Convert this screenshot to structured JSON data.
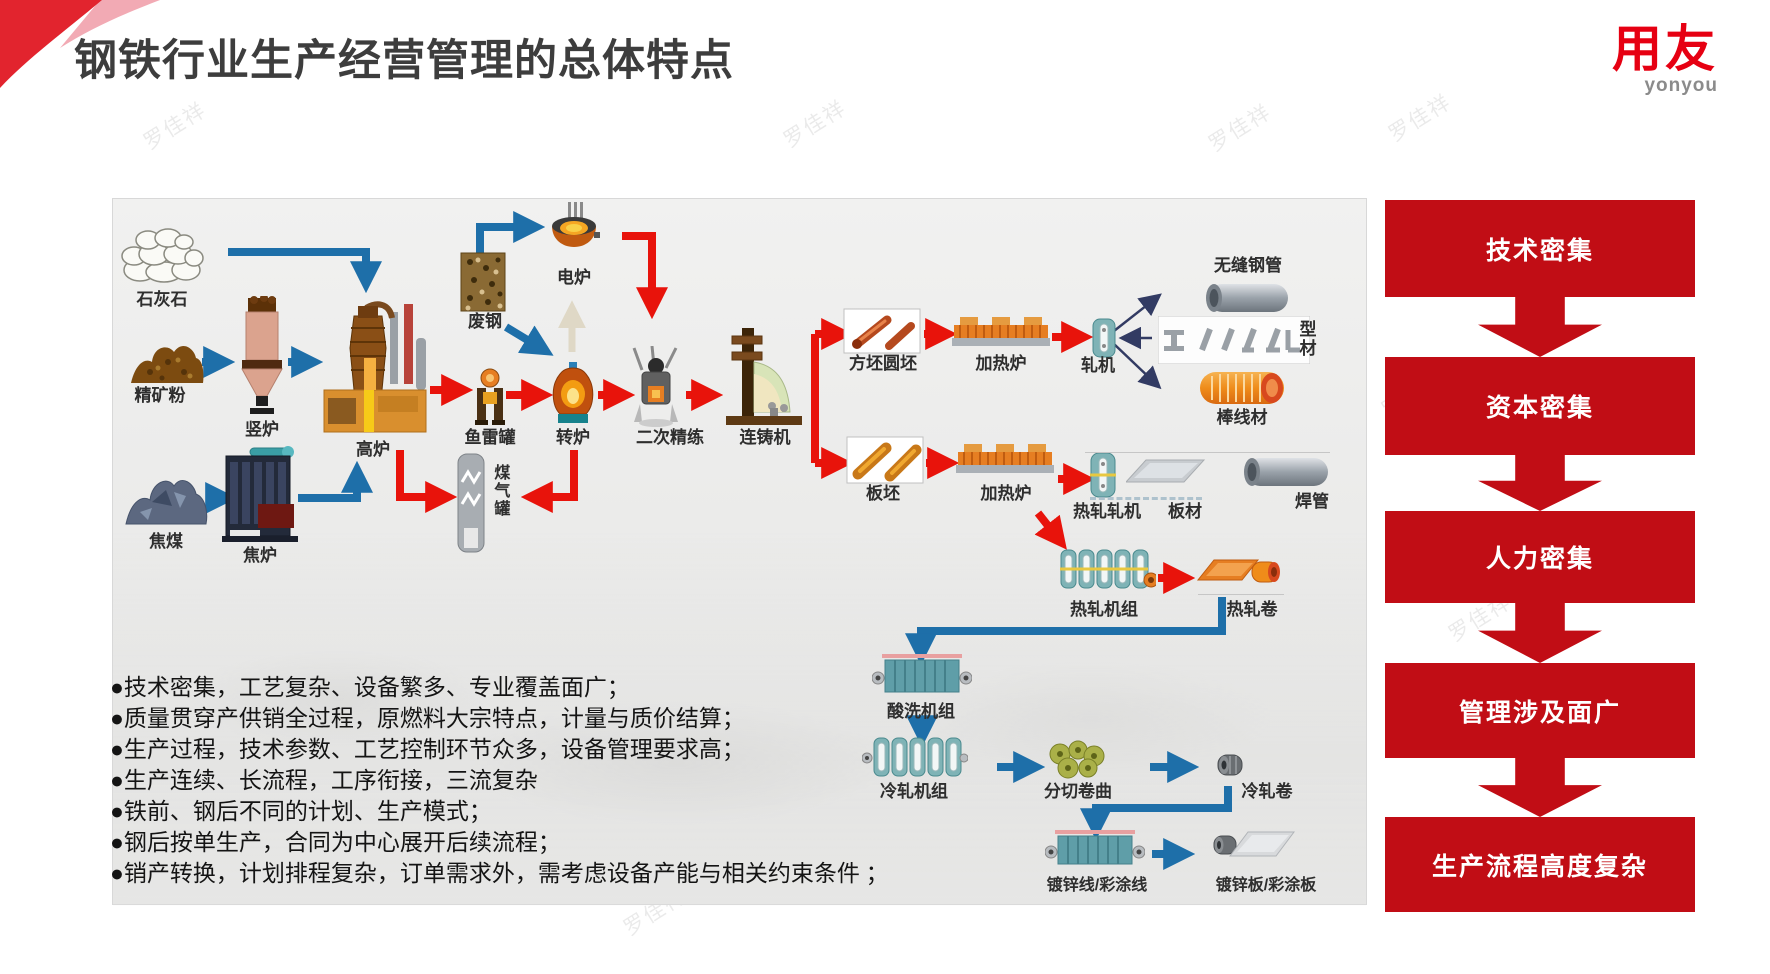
{
  "slide": {
    "title": "钢铁行业生产经营管理的总体特点"
  },
  "logo": {
    "cn": "用友",
    "en": "yonyou"
  },
  "watermark": {
    "text": "罗佳祥"
  },
  "diagram": {
    "nodes": {
      "limestone": "石灰石",
      "ore_powder": "精矿粉",
      "coking_coal": "焦煤",
      "shaft_furnace": "竖炉",
      "blast_furnace": "高炉",
      "coke_oven": "焦炉",
      "scrap_steel": "废钢",
      "electric_furnace": "电炉",
      "torpedo_ladle": "鱼雷罐",
      "converter": "转炉",
      "secondary_refining": "二次精练",
      "continuous_caster": "连铸机",
      "gas_holder": "煤气罐",
      "billet": "方坯圆坯",
      "reheating_furnace_1": "加热炉",
      "rolling_mill": "轧机",
      "seamless_pipe": "无缝钢管",
      "section_steel": "型材",
      "bar_wire": "棒线材",
      "slab": "板坯",
      "reheating_furnace_2": "加热炉",
      "hot_rolling_mill": "热轧轧机",
      "plate": "板材",
      "welded_pipe": "焊管",
      "hot_rolling_unit": "热轧机组",
      "hot_rolled_coil": "热轧卷",
      "pickling_unit": "酸洗机组",
      "cold_rolling_unit": "冷轧机组",
      "slitting_coiling": "分切卷曲",
      "cold_rolled_coil": "冷轧卷",
      "galvanizing_line": "镀锌线/彩涂线",
      "galvanized_sheet": "镀锌板/彩涂板"
    }
  },
  "bullets": [
    "●技术密集，工艺复杂、设备繁多、专业覆盖面广；",
    "●质量贯穿产供销全过程，原燃料大宗特点，计量与质价结算；",
    "●生产过程，技术参数、工艺控制环节众多，设备管理要求高；",
    "●生产连续、长流程，工序衔接，三流复杂",
    "●铁前、钢后不同的计划、生产模式；",
    "●钢后按单生产，合同为中心展开后续流程；",
    "●销产转换，计划排程复杂，订单需求外，需考虑设备产能与相关约束条件 ；"
  ],
  "pillars": [
    "技术密集",
    "资本密集",
    "人力密集",
    "管理涉及面广",
    "生产流程高度复杂"
  ],
  "colors": {
    "accent_red": "#c10d15",
    "arrow_red": "#e8130b",
    "arrow_blue": "#1e6fa9",
    "arrow_navy": "#323b63",
    "brand_red": "#e60012"
  }
}
